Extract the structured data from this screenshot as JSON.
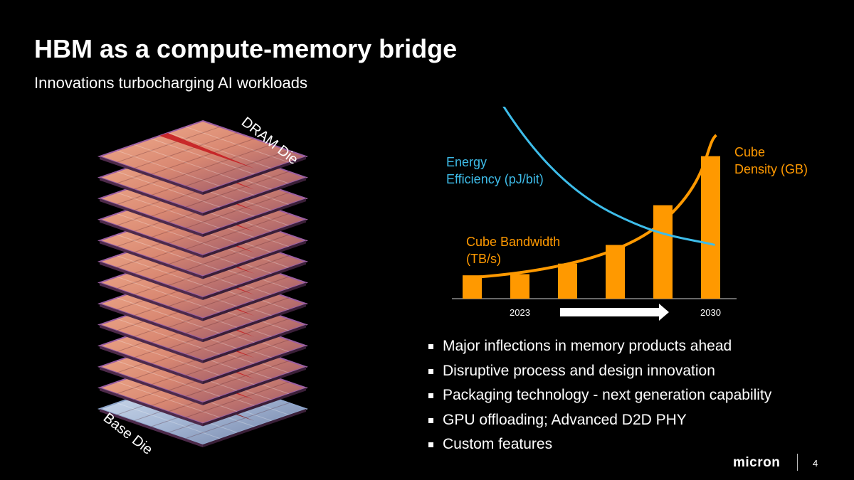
{
  "slide": {
    "title": "HBM as a compute-memory bridge",
    "subtitle": "Innovations turbocharging AI workloads",
    "page_number": "4",
    "logo_text": "micron"
  },
  "stack": {
    "top_label": "DRAM Die",
    "bottom_label": "Base Die",
    "dram_layers": 12
  },
  "chart_data": {
    "type": "bar",
    "categories": [
      "",
      "2023",
      "",
      "",
      "",
      "2030"
    ],
    "values": [
      1.0,
      1.05,
      1.5,
      2.3,
      4.0,
      6.1
    ],
    "ylim": [
      0,
      7
    ],
    "efficiency_curve": [
      8.0,
      6.1,
      4.6,
      3.6,
      2.9,
      2.3
    ],
    "labels": {
      "bandwidth": [
        "Cube Bandwidth",
        "(TB/s)"
      ],
      "density": [
        "Cube",
        "Density (GB)"
      ],
      "efficiency": [
        "Energy",
        "Efficiency (pJ/bit)"
      ],
      "x_start": "2023",
      "x_end": "2030"
    },
    "colors": {
      "bars": "#FF9900",
      "efficiency": "#3EBDEA",
      "arrow": "#FFFFFF"
    }
  },
  "bullets": [
    "Major inflections in memory products ahead",
    "Disruptive process and design innovation",
    "Packaging technology - next generation capability",
    "GPU offloading; Advanced D2D PHY",
    "Custom features"
  ]
}
